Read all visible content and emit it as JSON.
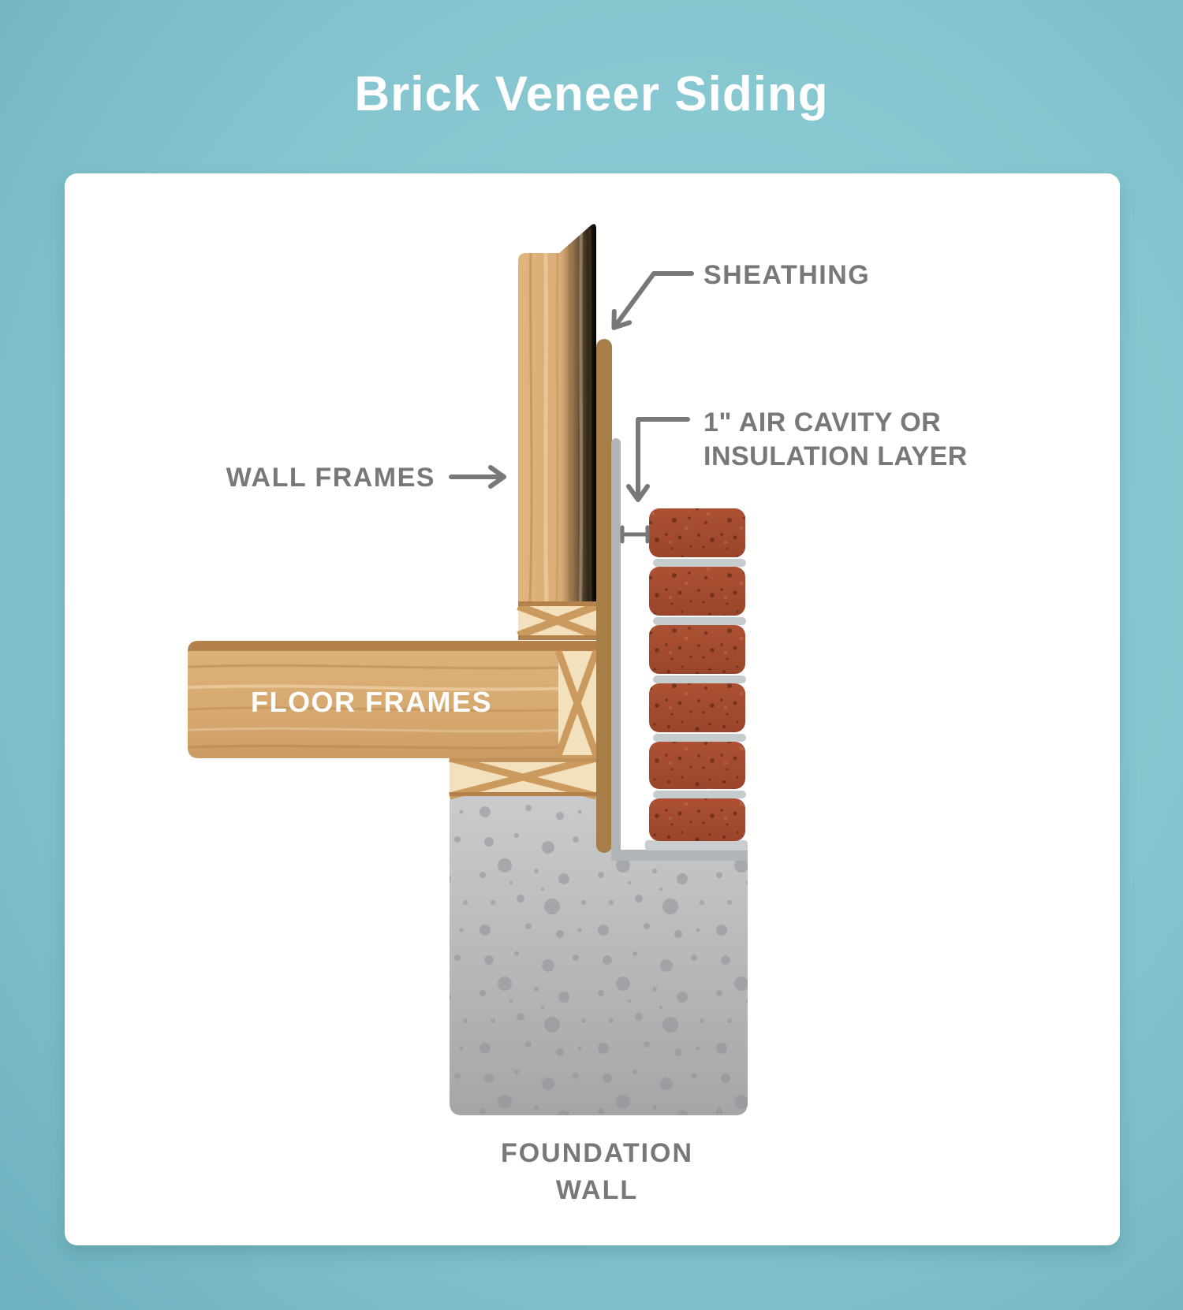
{
  "title": "Brick Veneer Siding",
  "labels": {
    "sheathing": "SHEATHING",
    "air_cavity_1": "1\" AIR CAVITY OR",
    "air_cavity_2": "INSULATION LAYER",
    "wall_frames": "WALL FRAMES",
    "floor_frames": "FLOOR FRAMES",
    "foundation_1": "FOUNDATION",
    "foundation_2": "WALL"
  },
  "colors": {
    "background_dark": "#6fb2bf",
    "background_light": "#93d0d8",
    "card": "#ffffff",
    "title_text": "#ffffff",
    "label_text": "#77787a",
    "arrow": "#77787a",
    "stud_wood": "#dcb078",
    "block_wood": "#f3e0bc",
    "wood_strap": "#cb9a5e",
    "wood_edge": "#b5814a",
    "sheathing_brown": "#a87e48",
    "cavity_gray": "#b2b5b7",
    "brick_red": "#a54d30",
    "mortar_gray": "#c6cbcd",
    "mortar_bed_gray": "#c9cdcf",
    "concrete_light": "#c9cbcd",
    "concrete_dark": "#a4a6a8",
    "floor_frames_text": "#ffffff"
  }
}
